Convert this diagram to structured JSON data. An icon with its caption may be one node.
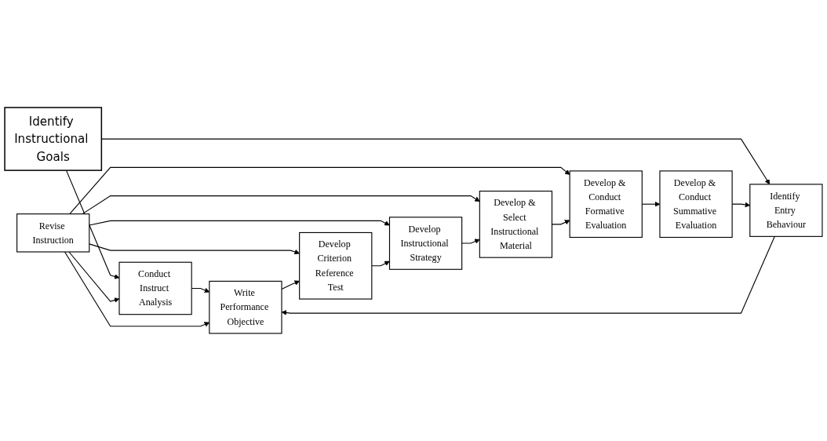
{
  "diagram": {
    "nodes": [
      {
        "text": [
          "Identify Instructional Goals"
        ]
      },
      {
        "text": [
          "Revise Instruction"
        ]
      },
      {
        "text": [
          "Conduct Instruct Analysis"
        ]
      },
      {
        "text": [
          "Write Performance Objective"
        ]
      },
      {
        "text": [
          "Develop Criterion Reference Test"
        ]
      },
      {
        "text": [
          "Develop Instructional Strategy"
        ]
      },
      {
        "text": [
          "Develop & Select Instructional Material"
        ]
      },
      {
        "text": [
          "Develop & Conduct Formative Evaluation"
        ]
      },
      {
        "text": [
          "Identify Entry Behaviour"
        ]
      },
      {
        "text": [
          "Develop & Conduct Summative Evaluation"
        ]
      }
    ],
    "edges": [
      {
        "from": 0,
        "to": 2,
        "arrow": "to"
      },
      {
        "from": 0,
        "to": 8,
        "arrow": "to"
      },
      {
        "from": 1,
        "to": 2,
        "arrow": "to"
      },
      {
        "from": 2,
        "to": 3,
        "arrow": "to"
      },
      {
        "from": 1,
        "to": 3,
        "arrow": "to"
      },
      {
        "from": 1,
        "to": 4,
        "arrow": "to"
      },
      {
        "from": 1,
        "to": 5,
        "arrow": "to"
      },
      {
        "from": 1,
        "to": 6,
        "arrow": "to"
      },
      {
        "from": 1,
        "to": 7,
        "arrow": "to"
      },
      {
        "from": 3,
        "to": 4,
        "arrow": "to"
      },
      {
        "from": 4,
        "to": 5,
        "arrow": "to"
      },
      {
        "from": 5,
        "to": 6,
        "arrow": "to"
      },
      {
        "from": 6,
        "to": 7,
        "arrow": "to"
      },
      {
        "from": 8,
        "to": 3,
        "arrow": "to"
      },
      {
        "from": 7,
        "to": 9,
        "arrow": "to"
      },
      {
        "from": 9,
        "to": 8,
        "arrow": "to"
      }
    ]
  }
}
